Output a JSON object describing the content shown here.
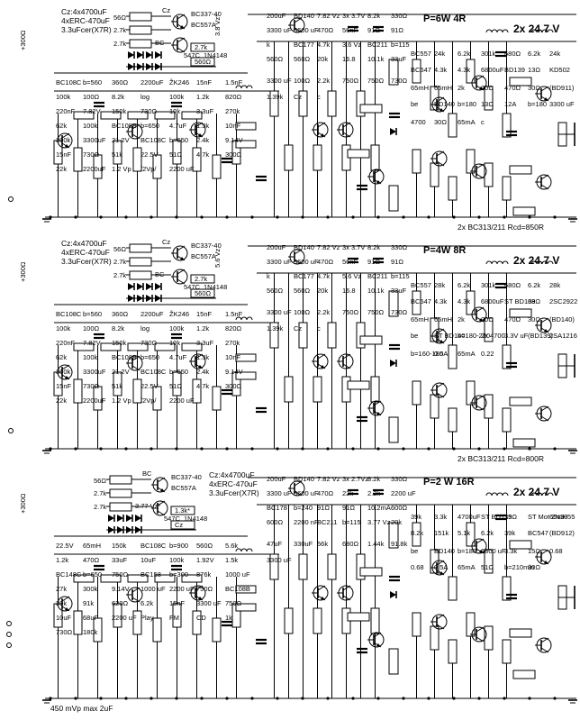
{
  "sections": [
    {
      "header_caps": [
        "Cz:4x4700uF",
        "4xERC-470uF",
        "3.3uFcer(X7R)"
      ],
      "power_label": "P=6W 4R",
      "supply_label": "2x 24.7 V",
      "footer": "2x BC313/211  Rcd=850R",
      "bias_block": [
        "56Ω",
        "2.7k",
        "2.7k",
        "2.7k",
        "560Ω",
        "BC337-40",
        "BC557A",
        "547C",
        "1N4148",
        "Cz",
        "BC",
        "3.8 Vz*"
      ],
      "input_labels": [
        "BC108C",
        "b=560",
        "360Ω",
        "2200uF",
        "ŽK246",
        "15nF",
        "1.5nF",
        "100k",
        "100Ω",
        "8.2k",
        "log",
        "100k",
        "1.2k",
        "820Ω",
        "220nF",
        "7.82V",
        "150k",
        "730Ω",
        "10k",
        "3.3uF",
        "270k",
        "62k",
        "100k",
        "BC108B",
        "b=650",
        "4.7uF",
        "1.3k",
        "10nF",
        "300k",
        "3300uF",
        "21.2V",
        "BC108C",
        "b=650",
        "2.4k",
        "9.14V",
        "15nF",
        "730Ω",
        "51k",
        "22.5V",
        "51Ω",
        "4.7k",
        "300Ω",
        "22k",
        "2200uF",
        "1.2 Vp",
        "/2Vp/",
        "2200 uF"
      ],
      "driver_labels": [
        "200uF",
        "BD140",
        "7.82 Vz",
        "3x 3.7V",
        "8.2k",
        "330Ω",
        "3300 uF",
        "5600 uF",
        "470Ω",
        "56nF",
        "91Ω",
        "91Ω",
        "k",
        "BC177",
        "4.7k",
        "3.6 Vz",
        "BC211",
        "b=115",
        "560Ω",
        "560Ω",
        "20k",
        "16.8",
        "10.1k",
        "33uF",
        "3300 uF",
        "100Ω",
        "2.2k",
        "750Ω",
        "750Ω",
        "730Ω",
        "1.39k",
        "Cz",
        "c"
      ],
      "output_labels": [
        "BC557",
        "24k",
        "6.2k",
        "301k",
        "680Ω",
        "6.2k",
        "24k",
        "BC547",
        "4.3k",
        "4.3k",
        "6800uF",
        "BD139",
        "13Ω",
        "KD502",
        "65mH",
        "65mH",
        "2k",
        "30Ω",
        "470Ω",
        "30Ω",
        "(BD911)",
        "be",
        "BD140",
        "b=180",
        "13Ω",
        "12A",
        "b=180",
        "3300 uF",
        "4700",
        "30Ω",
        "65mA",
        "c"
      ]
    },
    {
      "header_caps": [
        "Cz:4x4700uF",
        "4xERC-470uF",
        "3.3uFcer(X7R)"
      ],
      "power_label": "P=4W 8R",
      "supply_label": "2x 24.7 V",
      "footer": "2x BC313/211  Rcd=800R",
      "bias_block": [
        "56Ω",
        "2.7k",
        "2.7k",
        "2.7k",
        "560Ω",
        "BC337-40",
        "BC557A",
        "547C",
        "1N4148",
        "Cz",
        "BC",
        "5.6 Vz"
      ],
      "input_labels": [
        "BC108C",
        "b=560",
        "360Ω",
        "2200uF",
        "ŽK246",
        "15nF",
        "1.5nF",
        "100k",
        "100Ω",
        "8.2k",
        "log",
        "100k",
        "1.2k",
        "820Ω",
        "220nF",
        "7.82V",
        "150k",
        "730Ω",
        "10k",
        "3.3uF",
        "270k",
        "62k",
        "100k",
        "BC108B",
        "b=650",
        "4.7uF",
        "1.3k",
        "10nF",
        "300k",
        "3300uF",
        "21.2V",
        "BC108C",
        "b=650",
        "2.4k",
        "9.14V",
        "15nF",
        "730Ω",
        "51k",
        "22.5V",
        "51Ω",
        "4.7k",
        "300Ω",
        "22k",
        "2200uF",
        "1.2 Vp",
        "/2Vp/",
        "2200 uF"
      ],
      "driver_labels": [
        "200uF",
        "BD140",
        "7.82 Vz",
        "3x 3.7V",
        "8.2k",
        "330Ω",
        "3300 uF",
        "5600 uF",
        "470Ω",
        "56nF",
        "91Ω",
        "91Ω",
        "k",
        "BC177",
        "4.7k",
        "5.6 Vz",
        "BC211",
        "b=115",
        "560Ω",
        "560Ω",
        "20k",
        "16.8",
        "10.1k",
        "33uF",
        "3300 uF",
        "100Ω",
        "2.2k",
        "750Ω",
        "750Ω",
        "730Ω",
        "1.39k",
        "Cz",
        "c"
      ],
      "output_labels": [
        "BC557",
        "28k",
        "6.2k",
        "301k",
        "680Ω",
        "6.2k",
        "28k",
        "BC547",
        "4.3k",
        "4.3k",
        "6800uF",
        "ST BD139",
        "68Ω",
        "2SC2922",
        "65mH",
        "65mH",
        "2k",
        "30Ω",
        "470Ω",
        "30Ω",
        "(BD140)",
        "be",
        "ST BD140",
        "b=180-220",
        "2x 4700",
        "3.3V uF",
        "(BD139)",
        "2SA1216",
        "b=160-180",
        "0.5A",
        "65mA",
        "0.22"
      ]
    },
    {
      "header_caps": [
        "Cz:4x4700uF",
        "4xERC-470uF",
        "3.3uFcer(X7R)"
      ],
      "power_label": "P=2 W 16R",
      "supply_label": "2x 24.7 V",
      "footer": "450 mVp max 2uF",
      "bias_block": [
        "56Ω",
        "2.7k",
        "2.7k",
        "1.3k*",
        "Cz",
        "BC337-40",
        "BC557A",
        "547C",
        "1N4148",
        "BC",
        "3.77 Vz*"
      ],
      "input_labels": [
        "22.5V",
        "65mH",
        "150k",
        "BC108C",
        "b=900",
        "560Ω",
        "5.6k",
        "1.2k",
        "470Ω",
        "33uF",
        "10uF",
        "100k",
        "1.92V",
        "1.5k",
        "BC148C",
        "b=650",
        "750Ω",
        "BC158",
        "b=300",
        "876k",
        "1000 uF",
        "27k",
        "300k",
        "9.14V",
        "1000 uF",
        "2200 uF",
        "750Ω",
        "BC108B",
        "39k",
        "91k",
        "620Ω",
        "6.2k",
        "15nF",
        "3300 uF",
        "750Ω",
        "10uF",
        "68uF",
        "2200 uF",
        "Play",
        "FM",
        "CD",
        "1k",
        "730Ω",
        "180k"
      ],
      "driver_labels": [
        "200uF",
        "BD140",
        "7.82 Vz",
        "3x 2.7Vz",
        "8.2k",
        "330Ω",
        "3300 uF",
        "5600 uF",
        "470Ω",
        "22k",
        "2.2k",
        "2200 uF",
        "BC178",
        "b=240",
        "91Ω",
        "91Ω",
        "10.2mA",
        "600Ω",
        "600Ω",
        "2200 nF",
        "BC211",
        "b=115",
        "3.77 Vz",
        "20k",
        "47uF",
        "330uF",
        "56k",
        "680Ω",
        "1.44k",
        "91.8k",
        "3300 uF"
      ],
      "output_labels": [
        "39k",
        "3.3k",
        "4700uF",
        "ST BD139",
        "15Ω",
        "ST Mot 2N3055",
        "65mH",
        "8.2k",
        "151k",
        "5.1k",
        "6.2k",
        "39k",
        "BC547",
        "(BD912)",
        "be",
        "BD140",
        "b=180",
        "6800 uF",
        "3.3k",
        "15Ω",
        "0.68",
        "0.68",
        "0.5A",
        "65mA",
        "51Ω",
        "b=210min",
        "30Ω"
      ]
    }
  ],
  "page_marks": [
    "+300Ω",
    "+300Ω",
    "+300Ω"
  ]
}
